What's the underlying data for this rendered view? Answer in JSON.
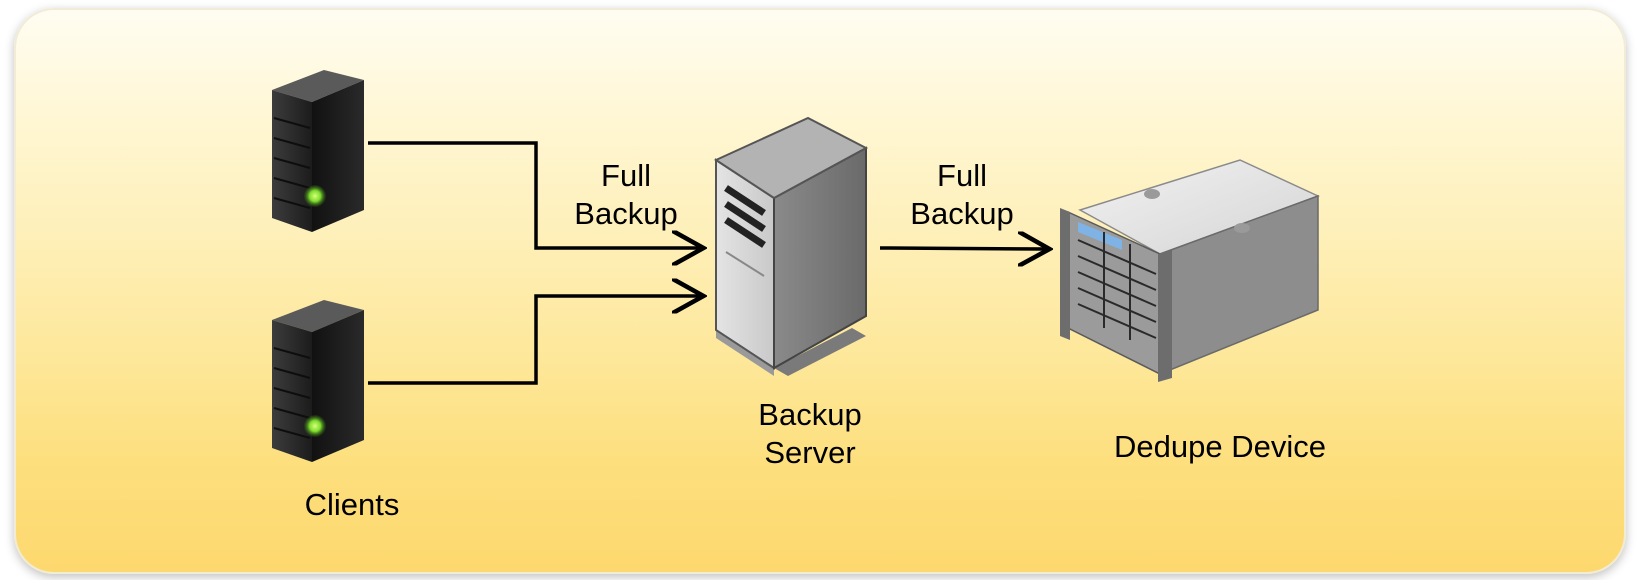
{
  "diagram": {
    "clients_label": "Clients",
    "edge_client_to_server": [
      "Full",
      "Backup"
    ],
    "backup_server_label": [
      "Backup",
      "Server"
    ],
    "edge_server_to_dedupe": [
      "Full",
      "Backup"
    ],
    "dedupe_device_label": "Dedupe Device"
  },
  "icons": {
    "client_servers": "tower-server-icon",
    "backup_server": "backup-server-icon",
    "dedupe_device": "rack-storage-icon"
  },
  "colors": {
    "panel_top": "#fffdf3",
    "panel_bottom": "#fdd86e",
    "connector": "#000000",
    "status_led": "#7fdc2e"
  }
}
